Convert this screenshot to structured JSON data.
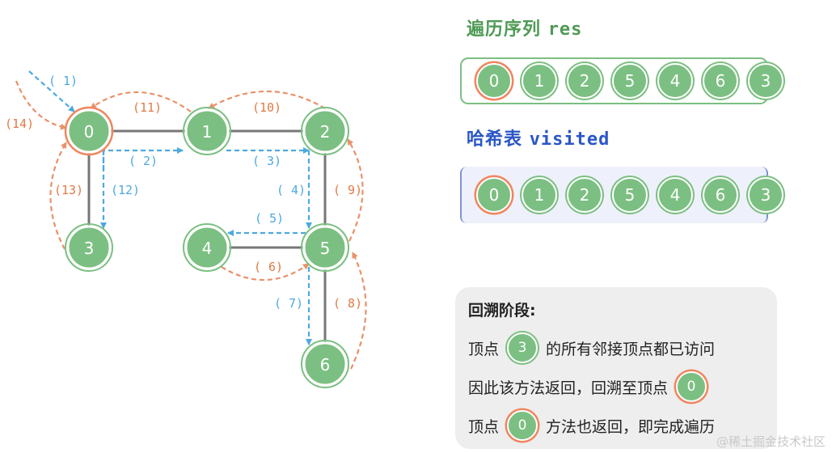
{
  "graph": {
    "nodes": [
      {
        "id": "0",
        "label": "0",
        "active": true
      },
      {
        "id": "1",
        "label": "1",
        "active": false
      },
      {
        "id": "2",
        "label": "2",
        "active": false
      },
      {
        "id": "3",
        "label": "3",
        "active": false
      },
      {
        "id": "4",
        "label": "4",
        "active": false
      },
      {
        "id": "5",
        "label": "5",
        "active": false
      },
      {
        "id": "6",
        "label": "6",
        "active": false
      }
    ],
    "edges": [
      [
        "0",
        "1"
      ],
      [
        "1",
        "2"
      ],
      [
        "0",
        "3"
      ],
      [
        "2",
        "5"
      ],
      [
        "4",
        "5"
      ],
      [
        "5",
        "6"
      ]
    ],
    "steps": [
      {
        "label": "( 1)",
        "color": "#4da9df"
      },
      {
        "label": "( 2)",
        "color": "#4da9df"
      },
      {
        "label": "( 3)",
        "color": "#4da9df"
      },
      {
        "label": "( 4)",
        "color": "#4da9df"
      },
      {
        "label": "( 5)",
        "color": "#4da9df"
      },
      {
        "label": "( 6)",
        "color": "#e07a45"
      },
      {
        "label": "( 7)",
        "color": "#4da9df"
      },
      {
        "label": "( 8)",
        "color": "#e07a45"
      },
      {
        "label": "( 9)",
        "color": "#e07a45"
      },
      {
        "label": "(10)",
        "color": "#e07a45"
      },
      {
        "label": "(11)",
        "color": "#e07a45"
      },
      {
        "label": "(12)",
        "color": "#4da9df"
      },
      {
        "label": "(13)",
        "color": "#e07a45"
      },
      {
        "label": "(14)",
        "color": "#e07a45"
      }
    ],
    "colors": {
      "node": "#7cbf82",
      "active": "#f0855f",
      "forward": "#4da9df",
      "backtrack": "#e07a45"
    }
  },
  "res": {
    "title_cn": "遍历序列",
    "title_code": "res",
    "items": [
      {
        "label": "0",
        "active": true
      },
      {
        "label": "1",
        "active": false
      },
      {
        "label": "2",
        "active": false
      },
      {
        "label": "5",
        "active": false
      },
      {
        "label": "4",
        "active": false
      },
      {
        "label": "6",
        "active": false
      },
      {
        "label": "3",
        "active": false
      }
    ]
  },
  "visited": {
    "title_cn": "哈希表",
    "title_code": "visited",
    "items": [
      {
        "label": "0",
        "active": true
      },
      {
        "label": "1",
        "active": false
      },
      {
        "label": "2",
        "active": false
      },
      {
        "label": "5",
        "active": false
      },
      {
        "label": "4",
        "active": false
      },
      {
        "label": "6",
        "active": false
      },
      {
        "label": "3",
        "active": false
      }
    ]
  },
  "note": {
    "title": "回溯阶段:",
    "line1_pre": "顶点",
    "line1_node": "3",
    "line1_post": "的所有邻接顶点都已访问",
    "line2_pre": "因此该方法返回，回溯至顶点",
    "line2_node": "0",
    "line3_pre": "顶点",
    "line3_node": "0",
    "line3_post": "方法也返回，即完成遍历"
  },
  "watermark": "@稀土掘金技术社区"
}
